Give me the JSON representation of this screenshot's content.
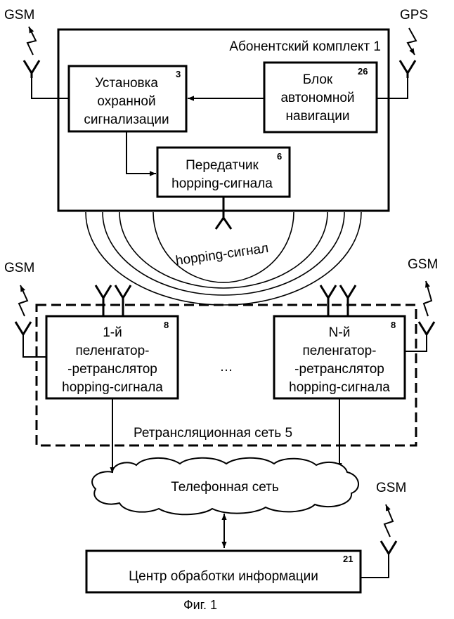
{
  "subscriber_kit": {
    "title": "Абонентский комплект 1"
  },
  "alarm_unit": {
    "lines": [
      "Установка",
      "охранной",
      "сигнализации"
    ],
    "ref": "3"
  },
  "nav_unit": {
    "lines": [
      "Блок",
      "автономной",
      "навигации"
    ],
    "ref": "26"
  },
  "transmitter": {
    "lines": [
      "Передатчик",
      "hopping-сигнала"
    ],
    "ref": "6"
  },
  "signal_label": "hopping-сигнал",
  "repeater_1": {
    "lines": [
      "1-й",
      "пеленгатор-",
      "-ретранслятор",
      "hopping-сигнала"
    ],
    "ref": "8"
  },
  "repeater_n": {
    "lines": [
      "N-й",
      "пеленгатор-",
      "-ретранслятор",
      "hopping-сигнала"
    ],
    "ref": "8"
  },
  "ellipsis": "…",
  "relay_network": {
    "title": "Ретрансляционная сеть 5"
  },
  "phone_network": {
    "title": "Телефонная сеть"
  },
  "processing_center": {
    "title": "Центр обработки информации",
    "ref": "21"
  },
  "antenna_labels": {
    "gsm": "GSM",
    "gps": "GPS"
  },
  "caption": "Фиг. 1"
}
